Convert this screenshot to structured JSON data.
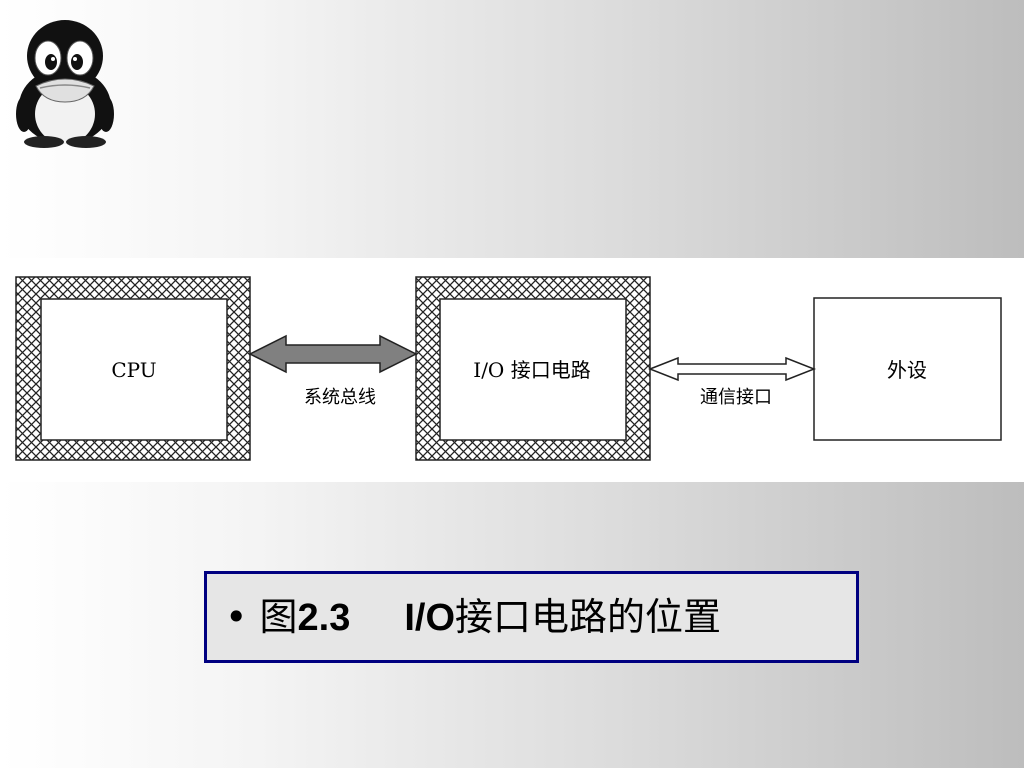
{
  "diagram": {
    "boxes": {
      "cpu": "CPU",
      "io_circuit": "I/O 接口电路",
      "peripheral": "外设"
    },
    "arrows": {
      "system_bus": "系统总线",
      "comm_interface": "通信接口"
    }
  },
  "caption": {
    "bullet": "•",
    "figure_prefix": "图",
    "figure_number": "2.3",
    "io": "I/O",
    "title_rest": "接口电路的位置"
  },
  "colors": {
    "caption_border": "#000080",
    "arrow_fill": "#808080"
  },
  "icons": {
    "logo": "penguin-logo-icon"
  }
}
